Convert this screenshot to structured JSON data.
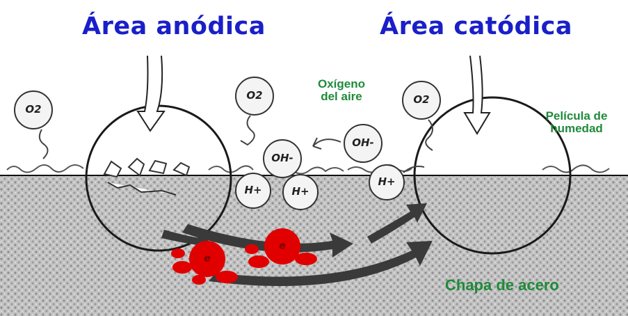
{
  "labels": {
    "anodic_area": "Área anódica",
    "cathodic_area": "Área catódica",
    "air_oxygen_line1": "Oxígeno",
    "air_oxygen_line2": "del aire",
    "moisture_film_line1": "Película de",
    "moisture_film_line2": "humedad",
    "steel_sheet": "Chapa de acero"
  },
  "molecules": {
    "o2_left": "O2",
    "o2_middle": "O2",
    "o2_right": "O2",
    "oh_left": "OH-",
    "oh_right": "OH-",
    "h_left": "H+",
    "h_middle": "H+",
    "h_right": "H+"
  },
  "electrons": {
    "electron_1": "e",
    "electron_2": "e"
  },
  "colors": {
    "title": "#1a1fc8",
    "annotation": "#1f8a3a",
    "electron": "#e00000",
    "steel": "#b8b8b8",
    "arrow": "#3a3a3a"
  }
}
